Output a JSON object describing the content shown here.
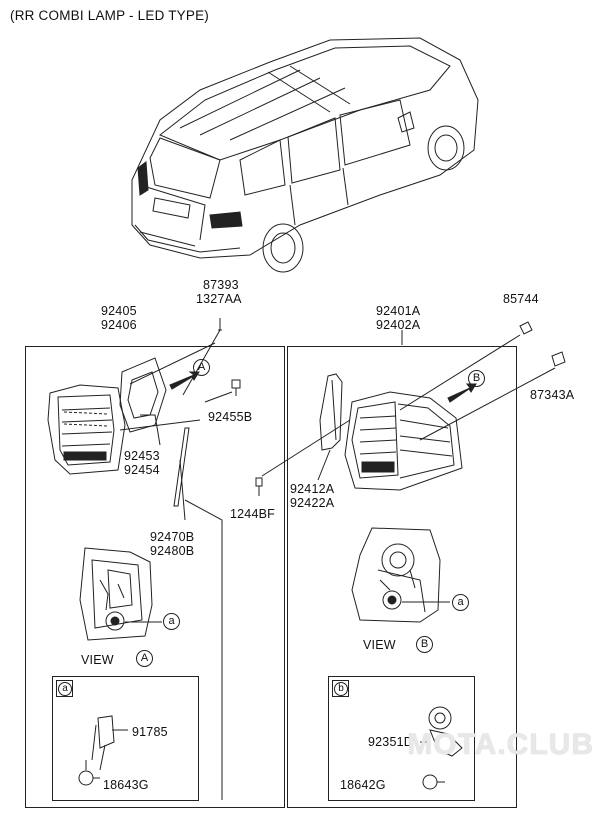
{
  "title": "(RR COMBI LAMP - LED TYPE)",
  "parts": {
    "p87393": "87393",
    "p1327AA": "1327AA",
    "p92405": "92405",
    "p92406": "92406",
    "p92401A": "92401A",
    "p92402A": "92402A",
    "p85744": "85744",
    "p87343A": "87343A",
    "p92455B": "92455B",
    "p92453": "92453",
    "p92454": "92454",
    "p92470B": "92470B",
    "p92480B": "92480B",
    "p1244BF": "1244BF",
    "p92412A": "92412A",
    "p92422A": "92422A",
    "p91785": "91785",
    "p18643G": "18643G",
    "p92351D": "92351D",
    "p18642G": "18642G"
  },
  "refs": {
    "A": "A",
    "B": "B",
    "a": "a",
    "b": "b"
  },
  "views": {
    "viewA": "VIEW",
    "viewB": "VIEW"
  },
  "watermark": "MOTA.CLUB"
}
